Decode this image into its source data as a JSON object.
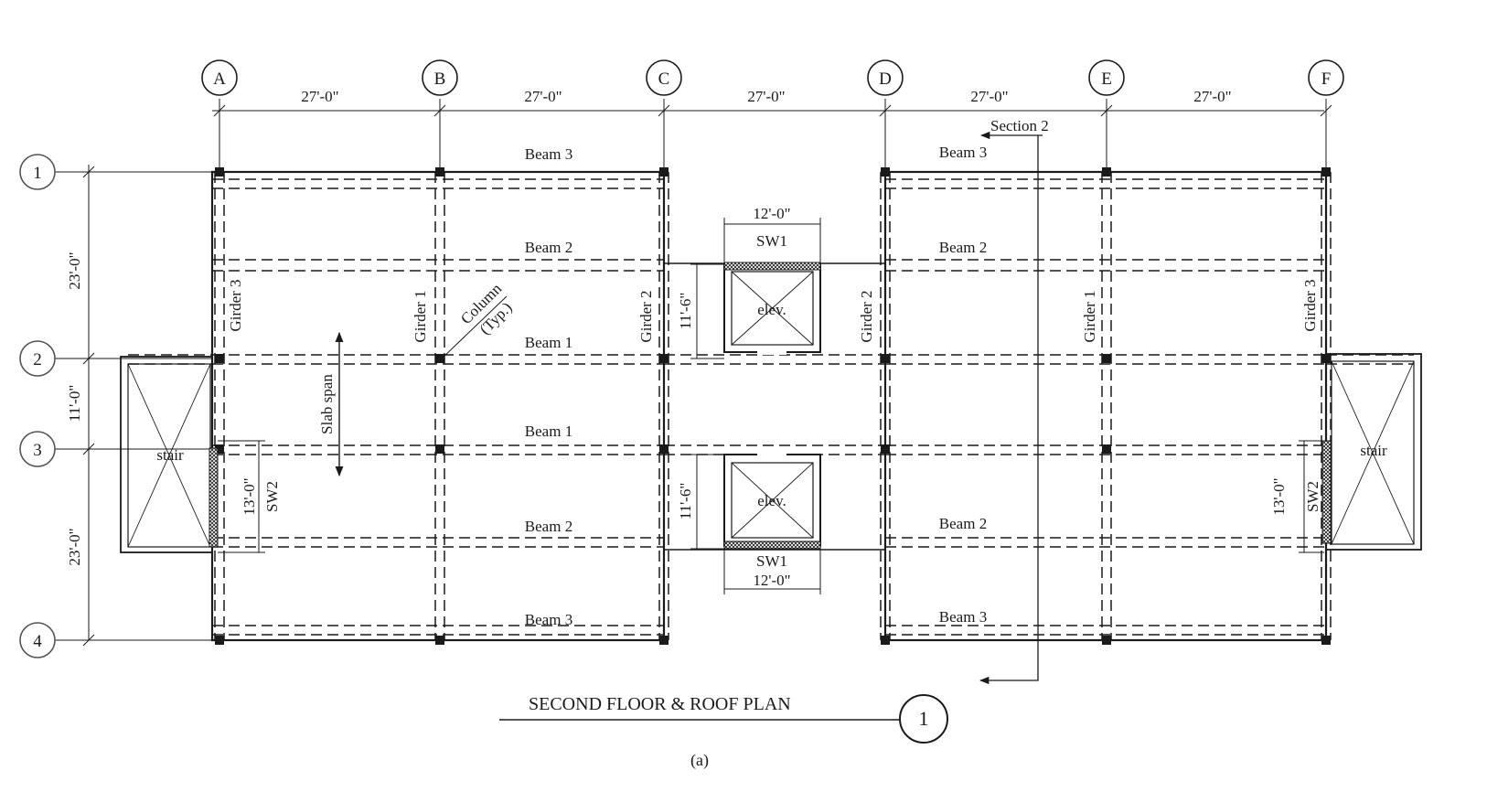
{
  "plan": {
    "title": "SECOND FLOOR & ROOF PLAN",
    "caption": "(a)",
    "view_number": "1",
    "section_label": "Section 2",
    "column_note_line1": "Column",
    "column_note_line2": "(Typ.)",
    "slab_span": "Slab span"
  },
  "grid_columns": [
    {
      "label": "A"
    },
    {
      "label": "B"
    },
    {
      "label": "C"
    },
    {
      "label": "D"
    },
    {
      "label": "E"
    },
    {
      "label": "F"
    }
  ],
  "grid_rows": [
    {
      "label": "1"
    },
    {
      "label": "2"
    },
    {
      "label": "3"
    },
    {
      "label": "4"
    }
  ],
  "column_spacing": [
    "27'-0\"",
    "27'-0\"",
    "27'-0\"",
    "27'-0\"",
    "27'-0\""
  ],
  "row_spacing": [
    "23'-0\"",
    "11'-0\"",
    "23'-0\""
  ],
  "beams": {
    "beam1": "Beam 1",
    "beam2": "Beam 2",
    "beam3": "Beam 3"
  },
  "girders": {
    "girder1": "Girder 1",
    "girder2": "Girder 2",
    "girder3": "Girder 3"
  },
  "core": {
    "elevator": "elev.",
    "shear_wall_1": "SW1",
    "shear_wall_1_length": "12'-0\"",
    "elevator_depth": "11'-6\""
  },
  "stairs": {
    "label": "stair",
    "shear_wall_2": "SW2",
    "shear_wall_2_length": "13'-0\""
  }
}
